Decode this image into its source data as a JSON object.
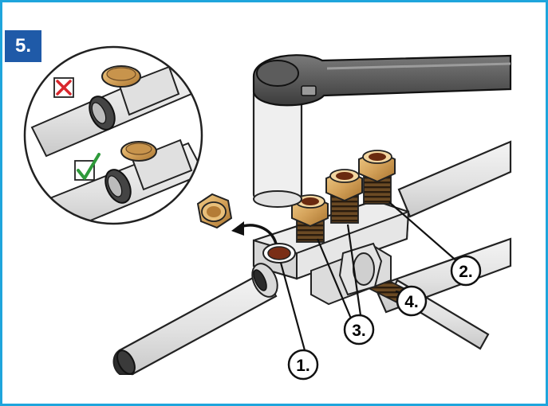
{
  "step": {
    "number_label": "5."
  },
  "inset": {
    "wrong_icon": "red-cross-icon",
    "correct_icon": "green-check-icon"
  },
  "callouts": [
    {
      "id": "1",
      "label": "1."
    },
    {
      "id": "2",
      "label": "2."
    },
    {
      "id": "3",
      "label": "3."
    },
    {
      "id": "4",
      "label": "4."
    }
  ],
  "colors": {
    "border": "#1fa5dc",
    "badge": "#1f5aa8",
    "brass": "#d4a25a",
    "wrong": "#d9262c",
    "correct": "#2e9a3a"
  }
}
